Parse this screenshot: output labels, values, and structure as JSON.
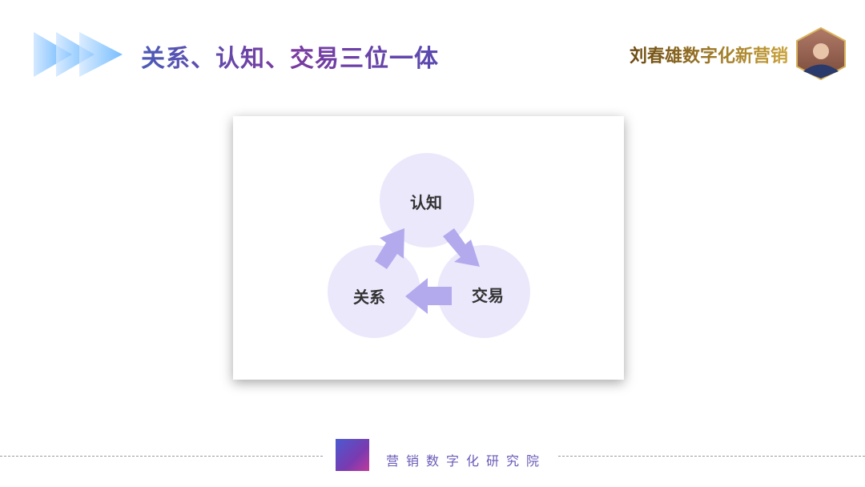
{
  "header": {
    "title": "关系、认知、交易三位一体",
    "brand": "刘春雄数字化新营销",
    "arrow_icon": "triple-chevron-icon",
    "avatar": "author-portrait"
  },
  "diagram": {
    "nodes": [
      {
        "label": "认知"
      },
      {
        "label": "交易"
      },
      {
        "label": "关系"
      }
    ],
    "circle_color": "#ebe8fb",
    "arrow_color": "#b3aaee"
  },
  "footer": {
    "text": "营销数字化研究院",
    "logo_text": "营销数字化研究院"
  },
  "colors": {
    "title": "#5a4aa8",
    "brand": "#a07a20",
    "accent": "#b3aaee"
  }
}
